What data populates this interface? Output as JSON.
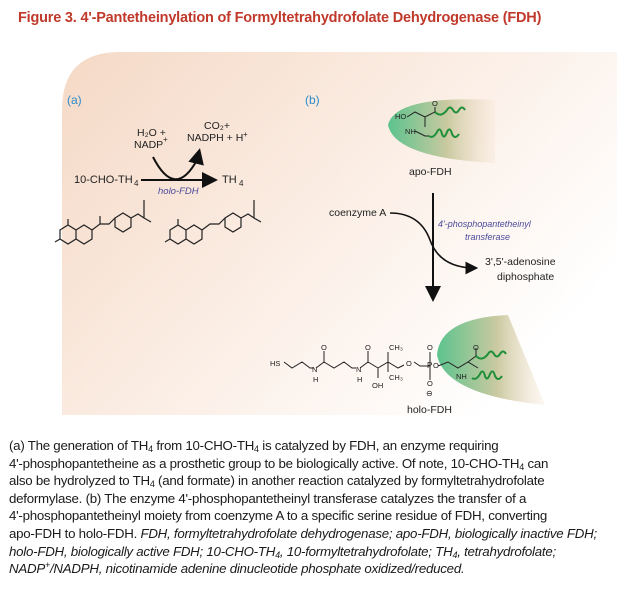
{
  "figure": {
    "title": "Figure 3. 4'-Pantetheinylation of Formyltetrahydrofolate Dehydrogenase (FDH)",
    "colors": {
      "title": "#c0392b",
      "panel_label": "#2e8bc9",
      "enzyme_label": "#4a4a9a",
      "protein": "#5cbf8a",
      "helix": "#1f8f3a",
      "panel_bg": "#f6dccb"
    }
  },
  "panel_a": {
    "label": "(a)",
    "cosubstrate_1": "H₂O +",
    "cosubstrate_2": "NADP",
    "cosubstrate_2_sup": "+",
    "coproduct_1": "CO₂+",
    "coproduct_2": "NADPH + H",
    "coproduct_2_sup": "+",
    "substrate": "10-CHO-TH",
    "substrate_sub": "4",
    "product": "TH",
    "product_sub": "4",
    "enzyme": "holo-FDH"
  },
  "panel_b": {
    "label": "(b)",
    "apo_label": "apo-FDH",
    "serine_atoms": {
      "ho": "HO",
      "nh": "NH",
      "o": "O"
    },
    "donor": "coenzyme A",
    "enzyme_line1": "4'-phosphopantetheinyl",
    "enzyme_line2": "transferase",
    "byproduct_line1": "3',5'-adenosine",
    "byproduct_line2": "diphosphate",
    "holo_label": "holo-FDH",
    "chain_atoms": {
      "hs": "HS",
      "n": "N",
      "h": "H",
      "o": "O",
      "ch3": "CH₃",
      "oh": "OH",
      "p": "P",
      "minus": "⊖"
    }
  },
  "caption": [
    [
      {
        "t": "(a) The generation of TH"
      },
      {
        "t": "4",
        "s": "sub"
      },
      {
        "t": " from 10-CHO-TH"
      },
      {
        "t": "4",
        "s": "sub"
      },
      {
        "t": " is catalyzed by FDH, an enzyme requiring"
      }
    ],
    [
      {
        "t": "4'-phosphopantetheine as a prosthetic group to be biologically active. Of note, 10-CHO-TH"
      },
      {
        "t": "4",
        "s": "sub"
      },
      {
        "t": " can"
      }
    ],
    [
      {
        "t": "also be hydrolyzed to TH"
      },
      {
        "t": "4",
        "s": "sub"
      },
      {
        "t": " (and formate) in another reaction catalyzed by formyltetrahydrofolate"
      }
    ],
    [
      {
        "t": "deformylase. (b) The enzyme 4'-phosphopantetheinyl transferase catalyzes the transfer of a"
      }
    ],
    [
      {
        "t": "4'-phosphopantetheinyl moiety from coenzyme A to a specific serine residue of FDH, converting"
      }
    ],
    [
      {
        "t": "apo-FDH to holo-FDH. "
      },
      {
        "t": "FDH, formyltetrahydrofolate dehydrogenase; apo-FDH, biologically inactive FDH;",
        "s": "i"
      }
    ],
    [
      {
        "t": "holo-FDH, biologically active FDH; 10-CHO-TH",
        "s": "i"
      },
      {
        "t": "4",
        "s": "isub"
      },
      {
        "t": ", 10-formyltetrahydrofolate; TH",
        "s": "i"
      },
      {
        "t": "4",
        "s": "isub"
      },
      {
        "t": ", tetrahydrofolate;",
        "s": "i"
      }
    ],
    [
      {
        "t": "NADP",
        "s": "i"
      },
      {
        "t": "+",
        "s": "isup"
      },
      {
        "t": "/NADPH, nicotinamide adenine dinucleotide phosphate oxidized/reduced.",
        "s": "i"
      }
    ]
  ]
}
